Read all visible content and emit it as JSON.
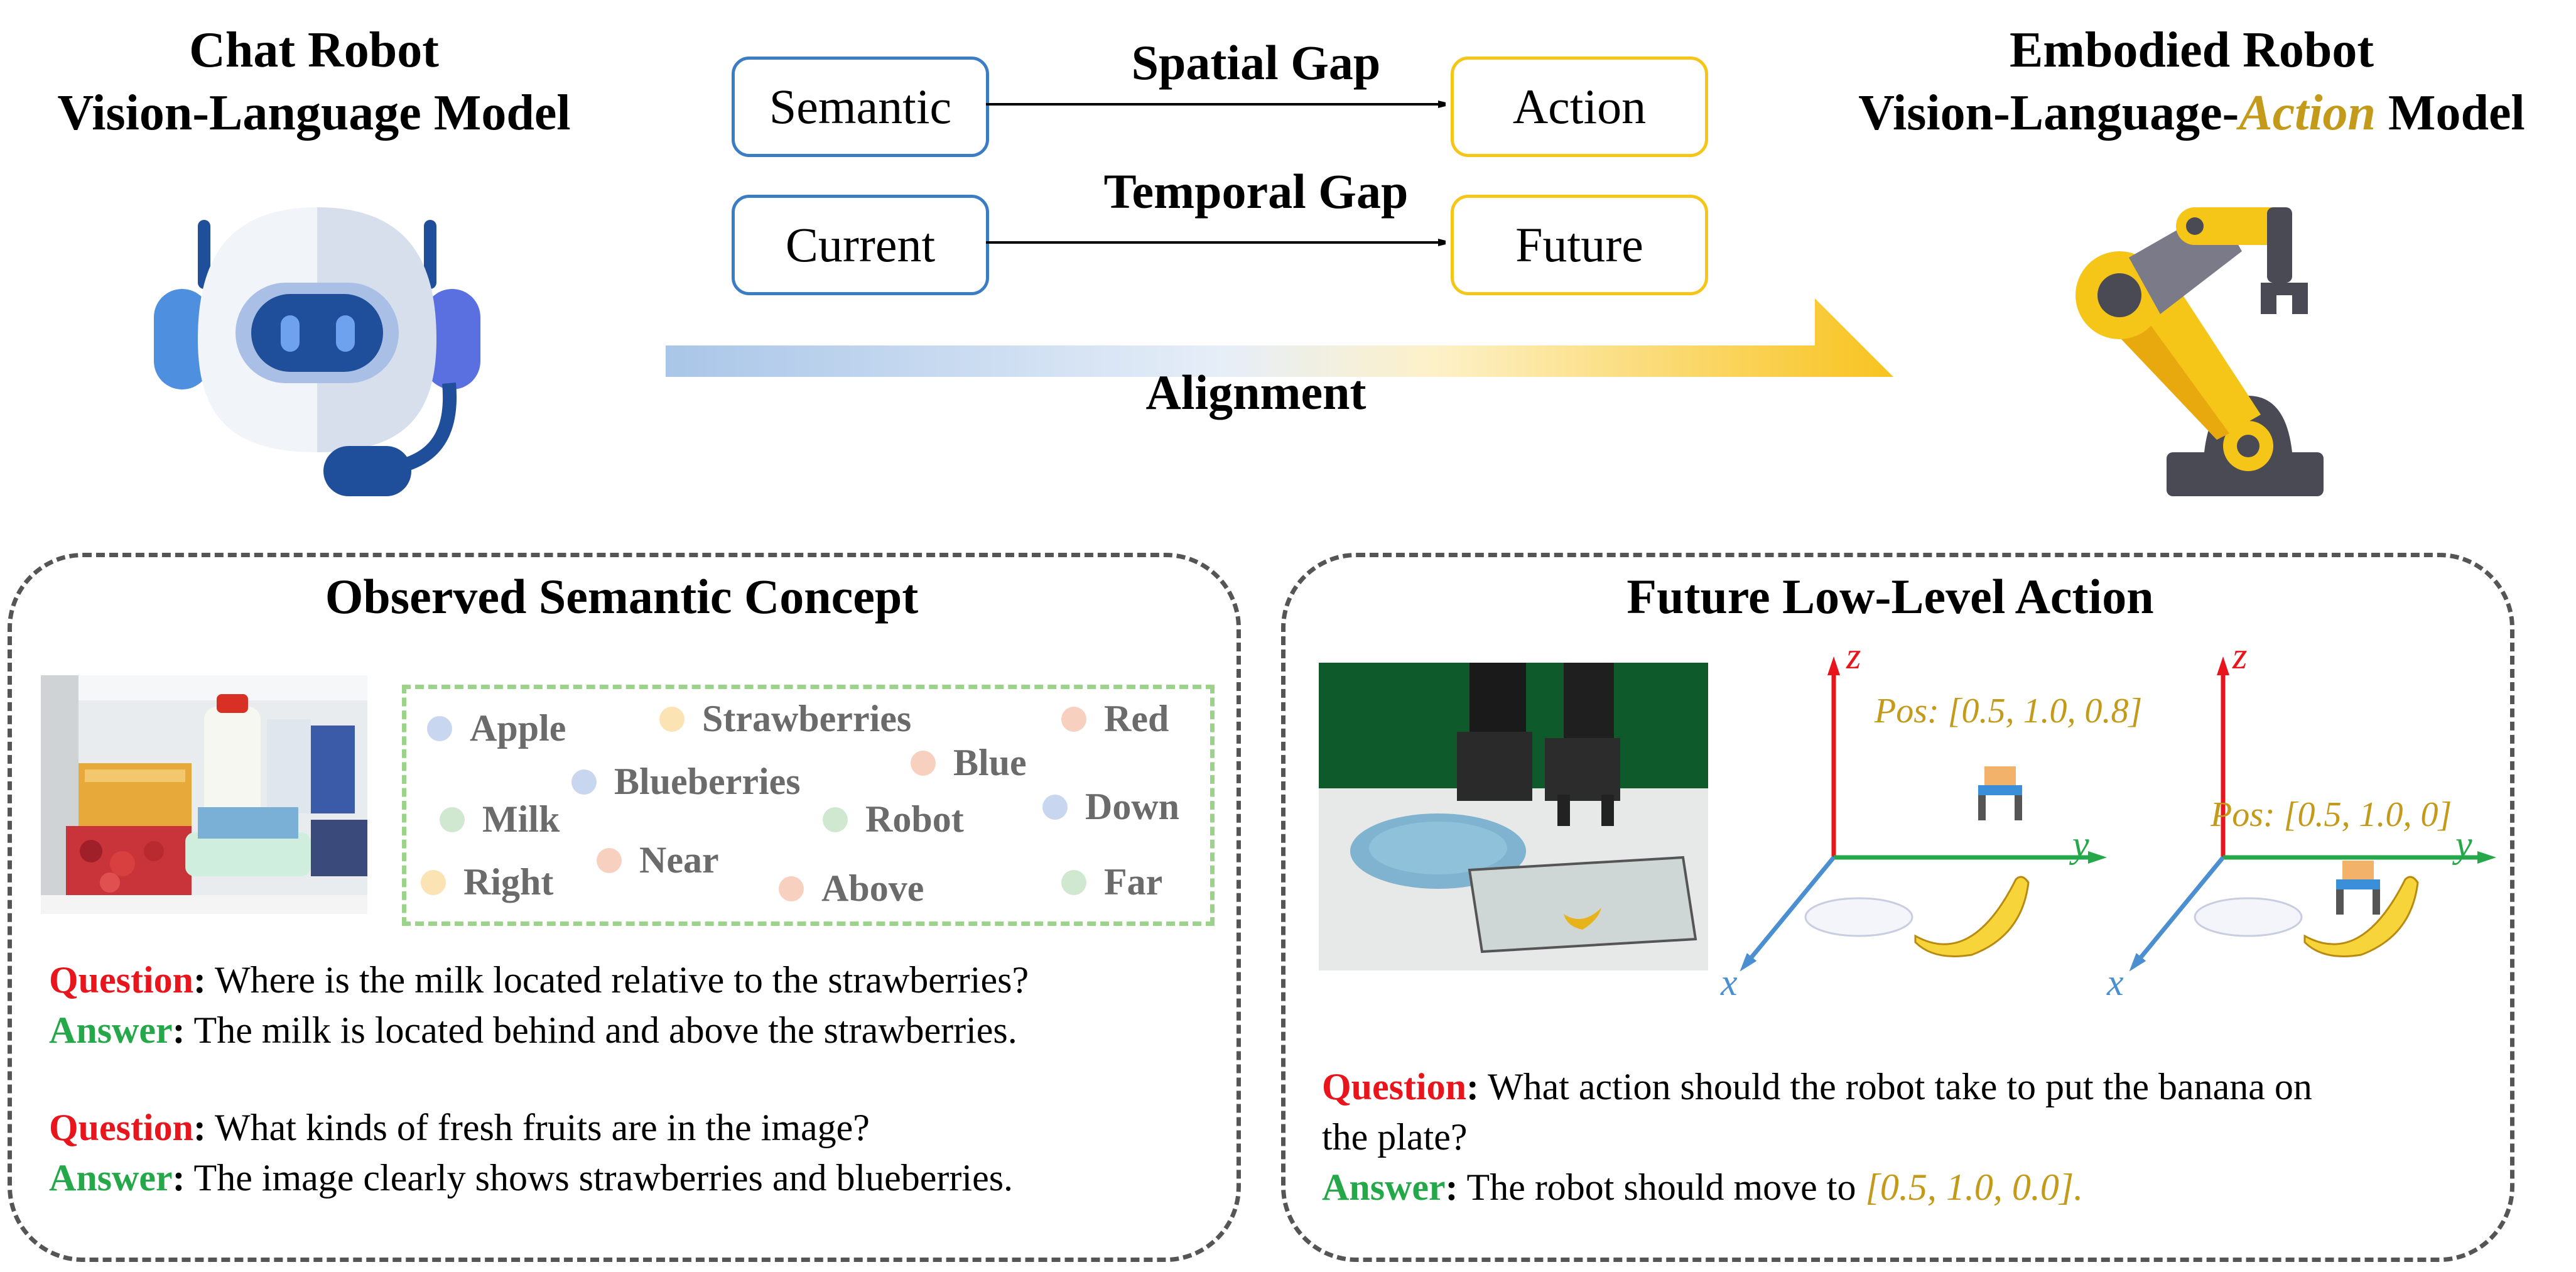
{
  "left_header": {
    "line1": "Chat Robot",
    "line2": "Vision-Language Model"
  },
  "right_header": {
    "line1": "Embodied Robot",
    "line2_prefix": "Vision-Language-",
    "line2_highlight": "Action",
    "line2_suffix": " Model"
  },
  "gaps": [
    {
      "label": "Spatial Gap",
      "from": "Semantic",
      "to": "Action"
    },
    {
      "label": "Temporal Gap",
      "from": "Current",
      "to": "Future"
    }
  ],
  "alignment_label": "Alignment",
  "left_panel": {
    "title": "Observed Semantic Concept",
    "words": [
      {
        "text": "Apple",
        "color": "#c9d6f0"
      },
      {
        "text": "Strawberries",
        "color": "#fbe3b3"
      },
      {
        "text": "Red",
        "color": "#f8d0c0"
      },
      {
        "text": "Blueberries",
        "color": "#c9d6f0"
      },
      {
        "text": "Blue",
        "color": "#f8d0c0"
      },
      {
        "text": "Milk",
        "color": "#cfe8cf"
      },
      {
        "text": "Robot",
        "color": "#cfe8cf"
      },
      {
        "text": "Down",
        "color": "#c9d6f0"
      },
      {
        "text": "Right",
        "color": "#fbe3b3"
      },
      {
        "text": "Near",
        "color": "#f8d0c0"
      },
      {
        "text": "Above",
        "color": "#f8d0c0"
      },
      {
        "text": "Far",
        "color": "#cfe8cf"
      }
    ],
    "qa": [
      {
        "q_label": "Question",
        "q_text": " Where is the milk located relative to the strawberries?",
        "a_label": "Answer",
        "a_text": " The milk is located behind and above the strawberries."
      },
      {
        "q_label": "Question",
        "q_text": " What kinds of fresh fruits are in the image?",
        "a_label": "Answer",
        "a_text": " The image clearly shows strawberries and blueberries."
      }
    ]
  },
  "right_panel": {
    "title": "Future Low-Level Action",
    "axis_z": "z",
    "axis_y": "y",
    "axis_x": "x",
    "pos1": "Pos: [0.5, 1.0, 0.8]",
    "pos2": "Pos: [0.5, 1.0, 0]",
    "qa": {
      "q_label": "Question",
      "q_text_line1": " What action should the robot take to put the banana on",
      "q_text_line2": "the plate?",
      "a_label": "Answer",
      "a_text": " The robot should move to ",
      "a_value": "[0.5, 1.0, 0.0]."
    }
  },
  "colors": {
    "blue_accent": "#3a7dc4",
    "yellow_accent": "#f5c518",
    "gold_text": "#c49a1a",
    "question_red": "#e8161c",
    "answer_green": "#25a84a"
  }
}
